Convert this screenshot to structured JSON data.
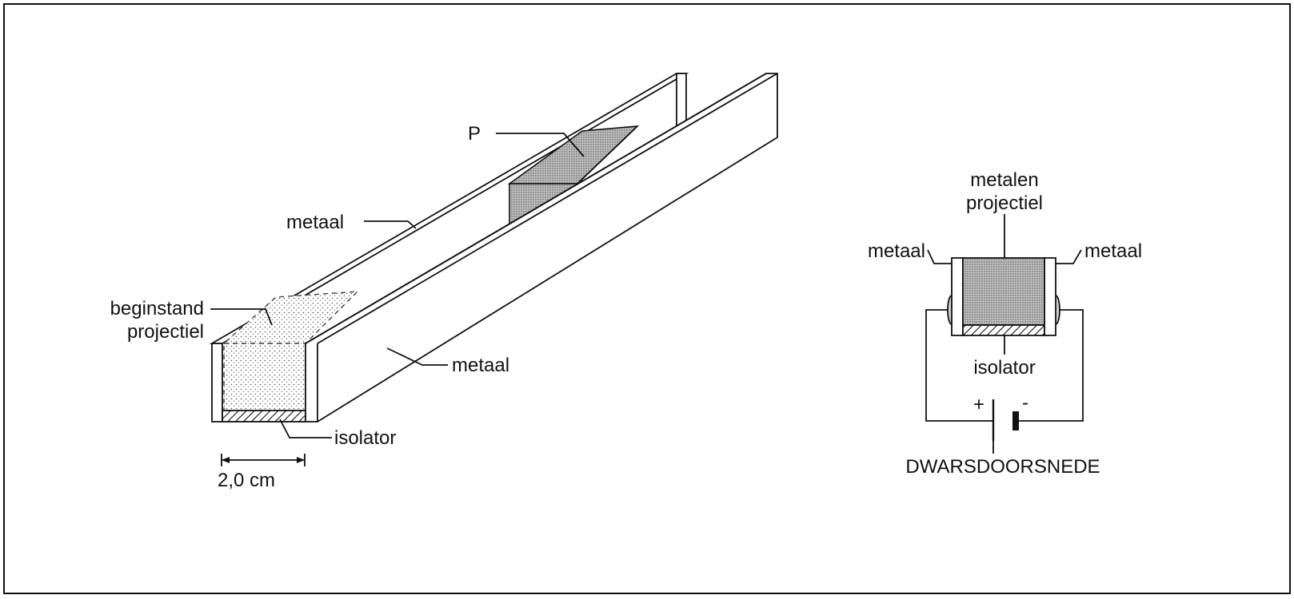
{
  "figure": {
    "colors": {
      "ink": "#111111",
      "projectile_fill": "#b9b9b9",
      "projectile_start_fill": "#e6e6e6",
      "background": "#ffffff"
    },
    "rail_view": {
      "label_p": "P",
      "label_metaal_top": "metaal",
      "label_beginstand_1": "beginstand",
      "label_beginstand_2": "projectiel",
      "label_metaal_right": "metaal",
      "label_isolator": "isolator",
      "label_scale": "2,0 cm"
    },
    "cross_section": {
      "label_metalen": "metalen",
      "label_projectiel": "projectiel",
      "label_metaal_left": "metaal",
      "label_metaal_right": "metaal",
      "label_isolator": "isolator",
      "label_plus": "+",
      "label_minus": "-",
      "label_title": "DWARSDOORSNEDE"
    }
  }
}
